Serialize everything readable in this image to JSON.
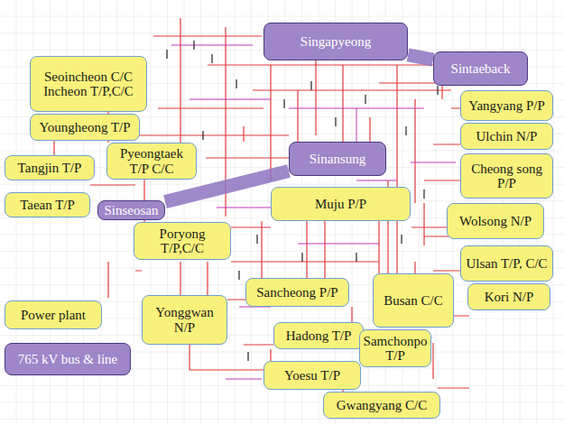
{
  "diagram": {
    "nodes": [
      {
        "text": [
          "Singapyeong"
        ]
      },
      {
        "text": [
          "Seoincheon C/C",
          "Incheon T/P,C/C"
        ]
      },
      {
        "text": [
          "Sintaeback"
        ]
      },
      {
        "text": [
          "Yangyang P/P"
        ]
      },
      {
        "text": [
          "Youngheong T/P"
        ]
      },
      {
        "text": [
          "Ulchin N/P"
        ]
      },
      {
        "text": [
          "Sinansung"
        ]
      },
      {
        "text": [
          "Pyeongtaek T/P C/C"
        ]
      },
      {
        "text": [
          "Cheong song P/P"
        ]
      },
      {
        "text": [
          "Tangjin T/P"
        ]
      },
      {
        "text": [
          "Muju P/P"
        ]
      },
      {
        "text": [
          "Taean T/P"
        ]
      },
      {
        "text": [
          "Sinseosan"
        ]
      },
      {
        "text": [
          "Wolsong N/P"
        ]
      },
      {
        "text": [
          "Poryong T/P,C/C"
        ]
      },
      {
        "text": [
          "Ulsan T/P, C/C"
        ]
      },
      {
        "text": [
          "Busan C/C"
        ]
      },
      {
        "text": [
          "Sancheong P/P"
        ]
      },
      {
        "text": [
          "Kori N/P"
        ]
      },
      {
        "text": [
          "Yonggwan N/P"
        ]
      },
      {
        "text": [
          "Hadong T/P"
        ]
      },
      {
        "text": [
          "Samchonpo T/P"
        ]
      },
      {
        "text": [
          "Yoesu T/P"
        ]
      },
      {
        "text": [
          "Gwangyang C/C"
        ]
      }
    ],
    "edges": [
      {
        "from": 0,
        "to": 2,
        "arrow": "none"
      },
      {
        "from": 12,
        "to": 6,
        "arrow": "none"
      }
    ],
    "legend": [
      {
        "text": "Power plant",
        "color": "#f8f27c"
      },
      {
        "text": "765 kV bus & line",
        "color": "#9f86c8"
      }
    ]
  }
}
